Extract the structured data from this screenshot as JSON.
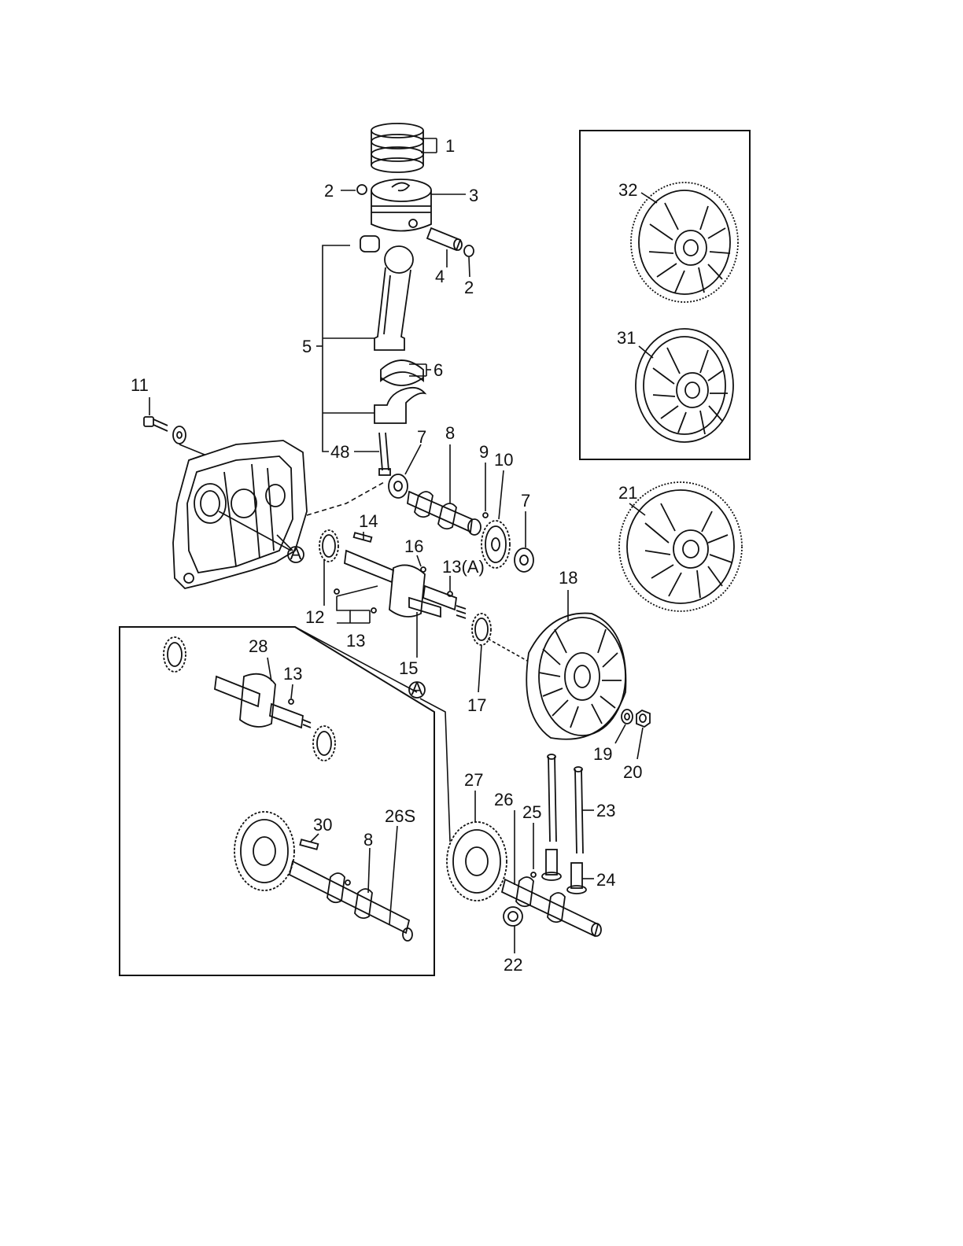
{
  "diagram": {
    "callouts": [
      {
        "id": "p1",
        "text": "1"
      },
      {
        "id": "p2a",
        "text": "2"
      },
      {
        "id": "p3",
        "text": "3"
      },
      {
        "id": "p4",
        "text": "4"
      },
      {
        "id": "p2b",
        "text": "2"
      },
      {
        "id": "p5",
        "text": "5"
      },
      {
        "id": "p6",
        "text": "6"
      },
      {
        "id": "p11",
        "text": "11"
      },
      {
        "id": "p48",
        "text": "48"
      },
      {
        "id": "p7a",
        "text": "7"
      },
      {
        "id": "p8a",
        "text": "8"
      },
      {
        "id": "p9",
        "text": "9"
      },
      {
        "id": "p10",
        "text": "10"
      },
      {
        "id": "p7b",
        "text": "7"
      },
      {
        "id": "p14",
        "text": "14"
      },
      {
        "id": "p16",
        "text": "16"
      },
      {
        "id": "p13A",
        "text": "13(A)"
      },
      {
        "id": "p12",
        "text": "12"
      },
      {
        "id": "p13a",
        "text": "13"
      },
      {
        "id": "p15",
        "text": "15"
      },
      {
        "id": "p17",
        "text": "17"
      },
      {
        "id": "p18",
        "text": "18"
      },
      {
        "id": "p19",
        "text": "19"
      },
      {
        "id": "p20",
        "text": "20"
      },
      {
        "id": "p21",
        "text": "21"
      },
      {
        "id": "p31",
        "text": "31"
      },
      {
        "id": "p32",
        "text": "32"
      },
      {
        "id": "p28",
        "text": "28"
      },
      {
        "id": "p13b",
        "text": "13"
      },
      {
        "id": "p30",
        "text": "30"
      },
      {
        "id": "p8b",
        "text": "8"
      },
      {
        "id": "p26S",
        "text": "26S"
      },
      {
        "id": "p27",
        "text": "27"
      },
      {
        "id": "p26",
        "text": "26"
      },
      {
        "id": "p25",
        "text": "25"
      },
      {
        "id": "p23",
        "text": "23"
      },
      {
        "id": "p24",
        "text": "24"
      },
      {
        "id": "p22",
        "text": "22"
      }
    ],
    "ref_markers": [
      {
        "id": "refA1",
        "text": "A"
      },
      {
        "id": "refA2",
        "text": "A"
      }
    ]
  }
}
